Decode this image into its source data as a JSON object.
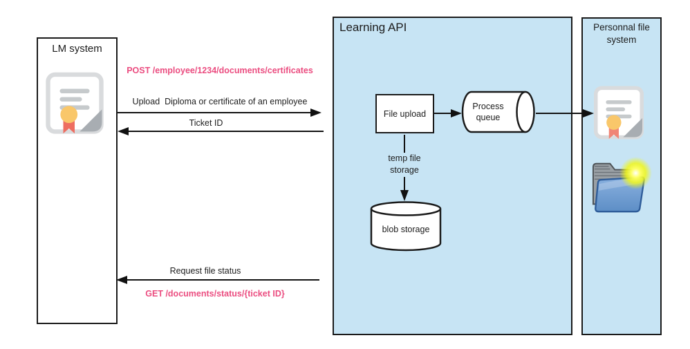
{
  "lm_system": {
    "title": "LM system"
  },
  "learning_api": {
    "title": "Learning API",
    "file_upload": "File upload",
    "process_queue": "Process queue",
    "blob_storage": "blob storage",
    "temp_label": "temp file\nstorage"
  },
  "personnal_file_system": {
    "title": "Personnal file system"
  },
  "messages": {
    "post": "POST /employee/1234/documents/certificates",
    "upload": "Upload  Diploma or certificate of an employee",
    "ticket": "Ticket ID",
    "request": "Request file status",
    "get": "GET /documents/status/{ticket ID}"
  },
  "icons": {
    "lm_document": "certificate-icon",
    "pfs_document": "certificate-icon",
    "pfs_folder": "new-folder-icon"
  },
  "colors": {
    "lane_fill": "#c7e4f4",
    "accent_pink": "#eb4d80",
    "line": "#111111"
  }
}
